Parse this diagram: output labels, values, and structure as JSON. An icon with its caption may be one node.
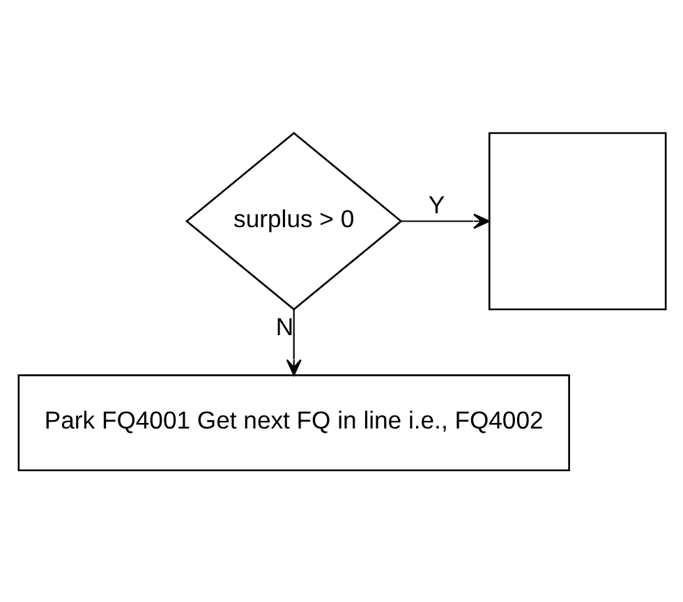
{
  "diagram": {
    "nodes": [
      {
        "text": [
          "surplus > 0"
        ]
      },
      {
        "text": [],
        "shape": "box"
      },
      {
        "text": [
          "Park FQ4001 Get next FQ in line i.e., FQ4002"
        ]
      }
    ],
    "edges": [
      {
        "from": 0,
        "to": 1,
        "arrow": "to",
        "label": "Y"
      },
      {
        "from": 0,
        "to": 2,
        "arrow": "to",
        "label": "N"
      }
    ]
  }
}
